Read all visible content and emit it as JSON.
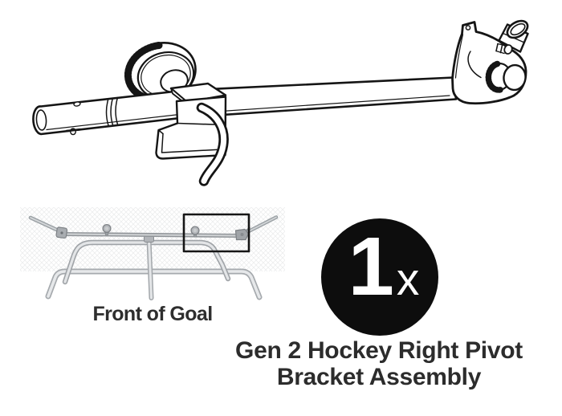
{
  "inset": {
    "caption": "Front of Goal"
  },
  "badge": {
    "quantity": "1",
    "times": "x",
    "background": "#0d0d0d",
    "text_color": "#ffffff"
  },
  "caption": {
    "line1": "Gen 2 Hockey Right Pivot",
    "line2": "Bracket Assembly",
    "color": "#2c2c2c"
  },
  "line_art": {
    "ink": "#151515",
    "inset_gray": "#9aa0a5",
    "highlight_box_color": "#161616"
  }
}
